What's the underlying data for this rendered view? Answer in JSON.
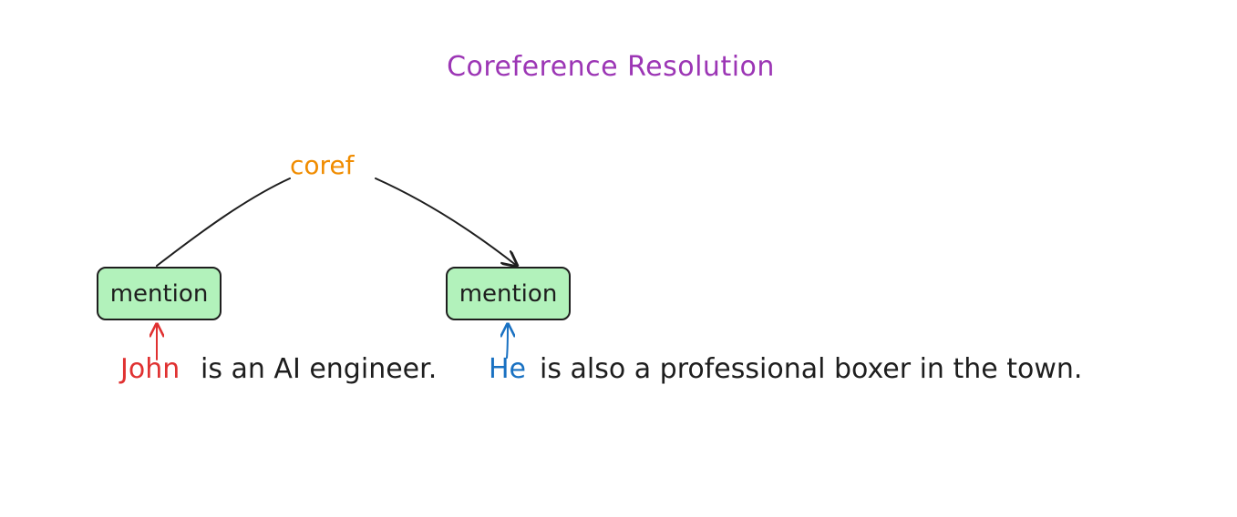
{
  "diagram": {
    "title": "Coreference Resolution",
    "relation_label": "coref",
    "nodes": [
      {
        "id": "mention-left",
        "label": "mention"
      },
      {
        "id": "mention-right",
        "label": "mention"
      }
    ],
    "sentence": {
      "mention_1": "John",
      "text_1": "is an AI engineer.",
      "mention_2": "He",
      "text_2": "is also a professional boxer in the town."
    },
    "colors": {
      "title": "#9c36b5",
      "relation": "#f08c00",
      "node_fill": "#b2f2bb",
      "stroke": "#1e1e1e",
      "mention_1": "#e03131",
      "mention_2": "#1971c2"
    }
  }
}
